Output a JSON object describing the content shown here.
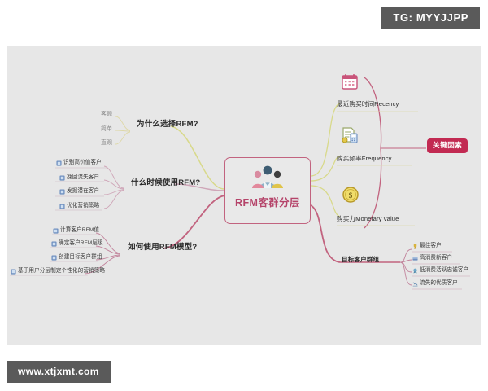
{
  "top_tag": {
    "label": "TG: MYYJJPP"
  },
  "footer": {
    "url": "www.xtjxmt.com"
  },
  "canvas": {
    "watermark": ""
  },
  "center": {
    "title": "RFM客群分层",
    "icon": "people-group-icon",
    "border_color": "#c2637f",
    "text_color": "#b5446a"
  },
  "key_factor": {
    "label": "关键因素",
    "color": "#c22a52"
  },
  "left_branches": [
    {
      "label": "为什么选择RFM?",
      "accent": "#d8d98a",
      "children": [
        {
          "label": "客观",
          "icon": "none"
        },
        {
          "label": "简单",
          "icon": "none"
        },
        {
          "label": "直观",
          "icon": "none"
        }
      ]
    },
    {
      "label": "什么时候使用RFM?",
      "accent": "#cfa6b8",
      "children": [
        {
          "label": "识别高价值客户",
          "icon": "blue-square-icon"
        },
        {
          "label": "挽回流失客户",
          "icon": "blue-square-icon"
        },
        {
          "label": "发掘潜在客户",
          "icon": "blue-square-icon"
        },
        {
          "label": "优化营销策略",
          "icon": "blue-square-icon"
        }
      ]
    },
    {
      "label": "如何使用RFM模型?",
      "accent": "#c2637f",
      "children": [
        {
          "label": "计算客户RFM值",
          "icon": "blue-square-icon"
        },
        {
          "label": "确定客户RFM层级",
          "icon": "blue-square-icon"
        },
        {
          "label": "创建目标客户群组",
          "icon": "blue-square-icon"
        },
        {
          "label": "基于用户分层制定个性化的营销策略",
          "icon": "blue-square-icon"
        }
      ]
    }
  ],
  "right_branches": [
    {
      "label": "最近购买时间Recency",
      "icon": "calendar-icon"
    },
    {
      "label": "购买频率Frequency",
      "icon": "invoice-icon"
    },
    {
      "label": "购买力Monetary value",
      "icon": "coin-icon"
    }
  ],
  "right_group": {
    "label": "目标客户群组",
    "children": [
      {
        "label": "最佳客户",
        "icon": "trophy-icon"
      },
      {
        "label": "高消费新客户",
        "icon": "card-icon"
      },
      {
        "label": "低消费活跃忠诚客户",
        "icon": "badge-icon"
      },
      {
        "label": "流失的优质客户",
        "icon": "chart-down-icon"
      }
    ]
  }
}
